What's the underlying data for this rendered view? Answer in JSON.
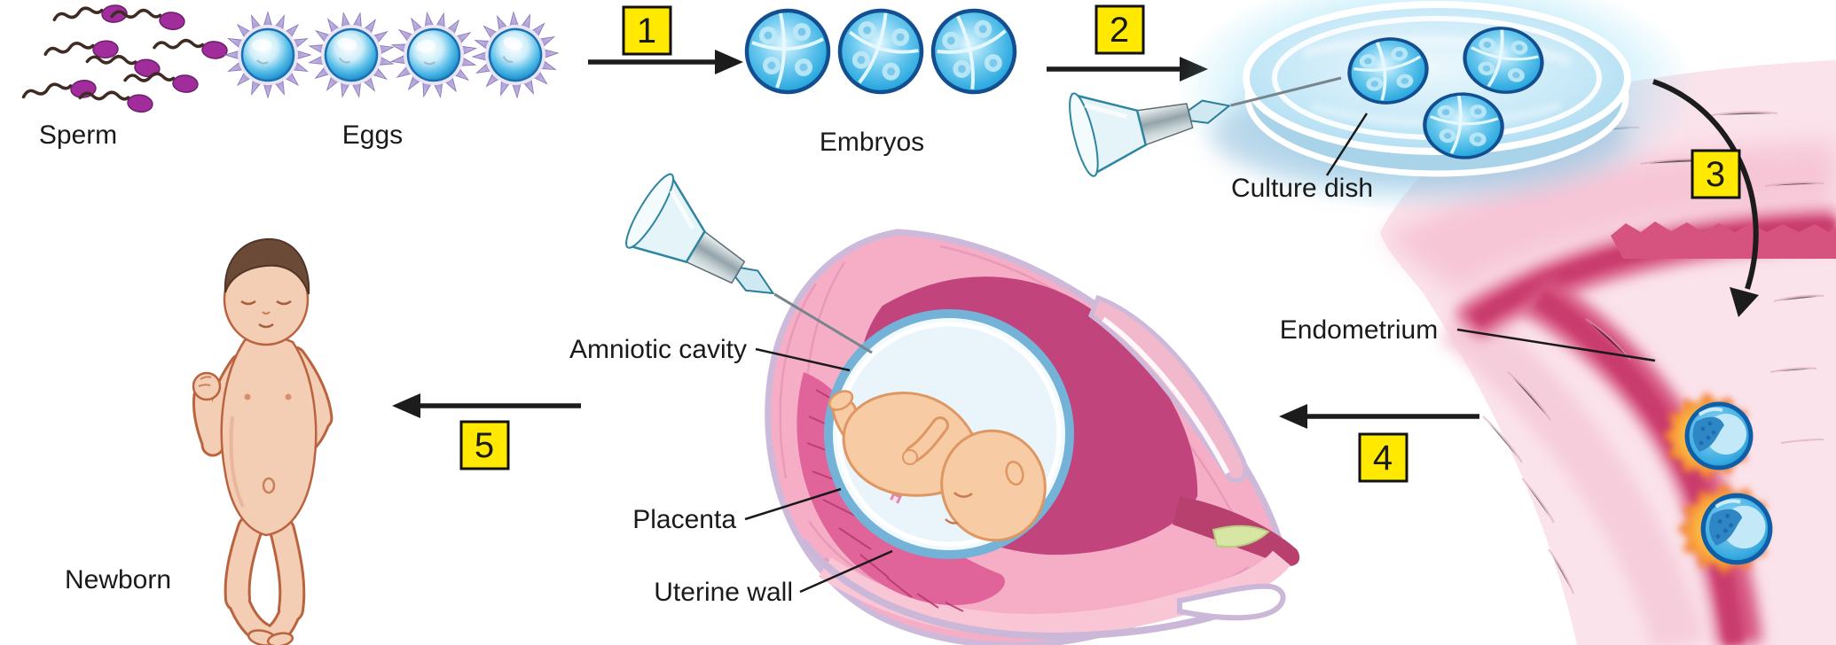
{
  "figure": {
    "description": "In vitro fertilization (IVF) process diagram",
    "labels": {
      "sperm": "Sperm",
      "eggs": "Eggs",
      "embryos": "Embryos",
      "culture_dish": "Culture dish",
      "endometrium": "Endometrium",
      "amniotic_cavity": "Amniotic cavity",
      "placenta": "Placenta",
      "uterine_wall": "Uterine wall",
      "newborn": "Newborn"
    },
    "steps": [
      {
        "number": "1"
      },
      {
        "number": "2"
      },
      {
        "number": "3"
      },
      {
        "number": "4"
      },
      {
        "number": "5"
      }
    ],
    "counts": {
      "sperm": 8,
      "eggs": 4,
      "embryos": 3,
      "dish_embryos": 3,
      "implanting_blastocysts": 2
    },
    "colors": {
      "step_box_fill": "#FFE900",
      "step_box_border": "#111111",
      "arrow_black": "#1C1C1C",
      "cell_blue": "#29ABE2",
      "cell_rim_blue": "#134F90",
      "corona_lavender": "#A795CF",
      "sperm_purple": "#A02D9B",
      "dish_glow_cyan": "#8FDCF6",
      "tissue_pink": "#F6AFC7",
      "deep_magenta": "#D6527F",
      "implant_flame_orange": "#F58220",
      "skin_peach": "#F3CDB4"
    }
  }
}
